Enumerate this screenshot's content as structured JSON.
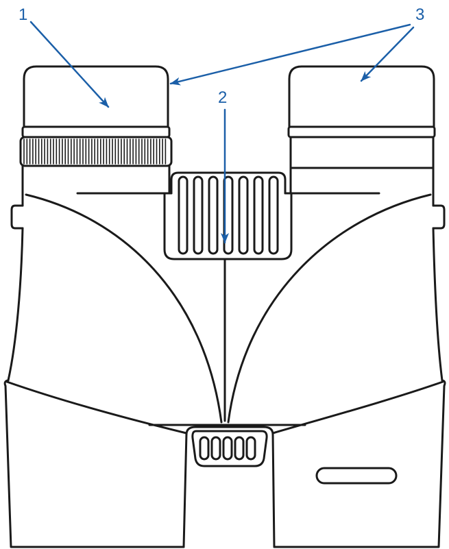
{
  "callouts": {
    "c1": {
      "label": "1"
    },
    "c2": {
      "label": "2"
    },
    "c3": {
      "label": "3"
    }
  },
  "colors": {
    "callout": "#1b5fa8",
    "line": "#1a1a1a",
    "background": "#ffffff"
  }
}
